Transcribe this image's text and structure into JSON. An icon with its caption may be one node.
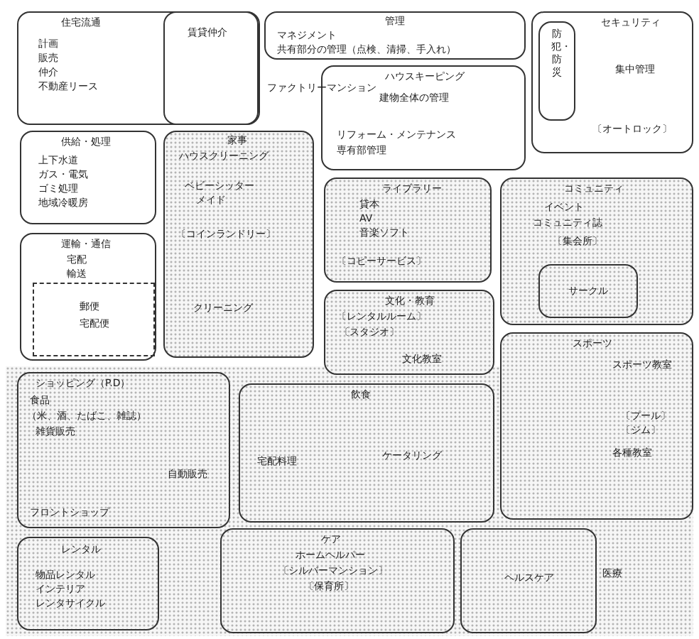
{
  "diagram": {
    "nodes": [
      {
        "text": [
          "住宅流通",
          "計画",
          "販売",
          "仲介",
          "不動産リース"
        ]
      },
      {
        "text": [
          "賃貸仲介"
        ],
        "in": 0
      },
      {
        "text": [
          "管理",
          "マネジメント",
          "共有部分の管理（点検、清掃、手入れ）"
        ]
      },
      {
        "text": [
          "ハウスキーピング",
          "建物全体の管理",
          "リフォーム・メンテナンス",
          "専有部管理"
        ]
      },
      {
        "text": [
          "セキュリティ",
          "集中管理",
          "〔オートロック〕"
        ]
      },
      {
        "text": [
          "防犯・防災"
        ],
        "in": 4
      },
      {
        "text": [
          "家事",
          "ハウスクリーニング",
          "ベビーシッター",
          "メイド",
          "〔コインランドリー〕",
          "クリーニング"
        ]
      },
      {
        "text": [
          "供給・処理",
          "上下水道",
          "ガス・電気",
          "ゴミ処理",
          "地域冷暖房"
        ]
      },
      {
        "text": [
          "運輸・通信",
          "宅配",
          "輸送"
        ]
      },
      {
        "text": [
          "郵便",
          "宅配便"
        ],
        "in": 8
      },
      {
        "text": [
          "ライブラリー",
          "貸本",
          "AV",
          "音楽ソフト",
          "〔コピーサービス〕"
        ]
      },
      {
        "text": [
          "コミュニティ",
          "イベント",
          "コミュニティ誌",
          "〔集会所〕"
        ]
      },
      {
        "text": [
          "文化・教育",
          "〔レンタルルーム〕",
          "〔スタジオ〕",
          "文化教室"
        ]
      },
      {
        "text": [
          "サークル"
        ],
        "in": 11
      },
      {
        "text": [
          "スポーツ",
          "スポーツ教室",
          "〔プール〕",
          "〔ジム〕",
          "各種教室"
        ]
      },
      {
        "text": [
          "ショッピング（P.D）",
          "食品",
          "（米、酒、たばこ、雑誌）",
          "雑貨販売",
          "フロントショップ"
        ]
      },
      {
        "text": [
          "飲食",
          "ケータリング",
          "宅配料理"
        ]
      },
      {
        "text": [
          "レンタル",
          "物品レンタル",
          "インテリア",
          "レンタサイクル"
        ]
      },
      {
        "text": [
          "ケア",
          "ホームヘルパー",
          "〔シルバーマンション〕",
          "〔保育所〕"
        ]
      },
      {
        "text": [
          "ヘルスケア"
        ]
      }
    ],
    "labels": [
      "ファクトリーマンション",
      "自動販売",
      "医療"
    ]
  }
}
